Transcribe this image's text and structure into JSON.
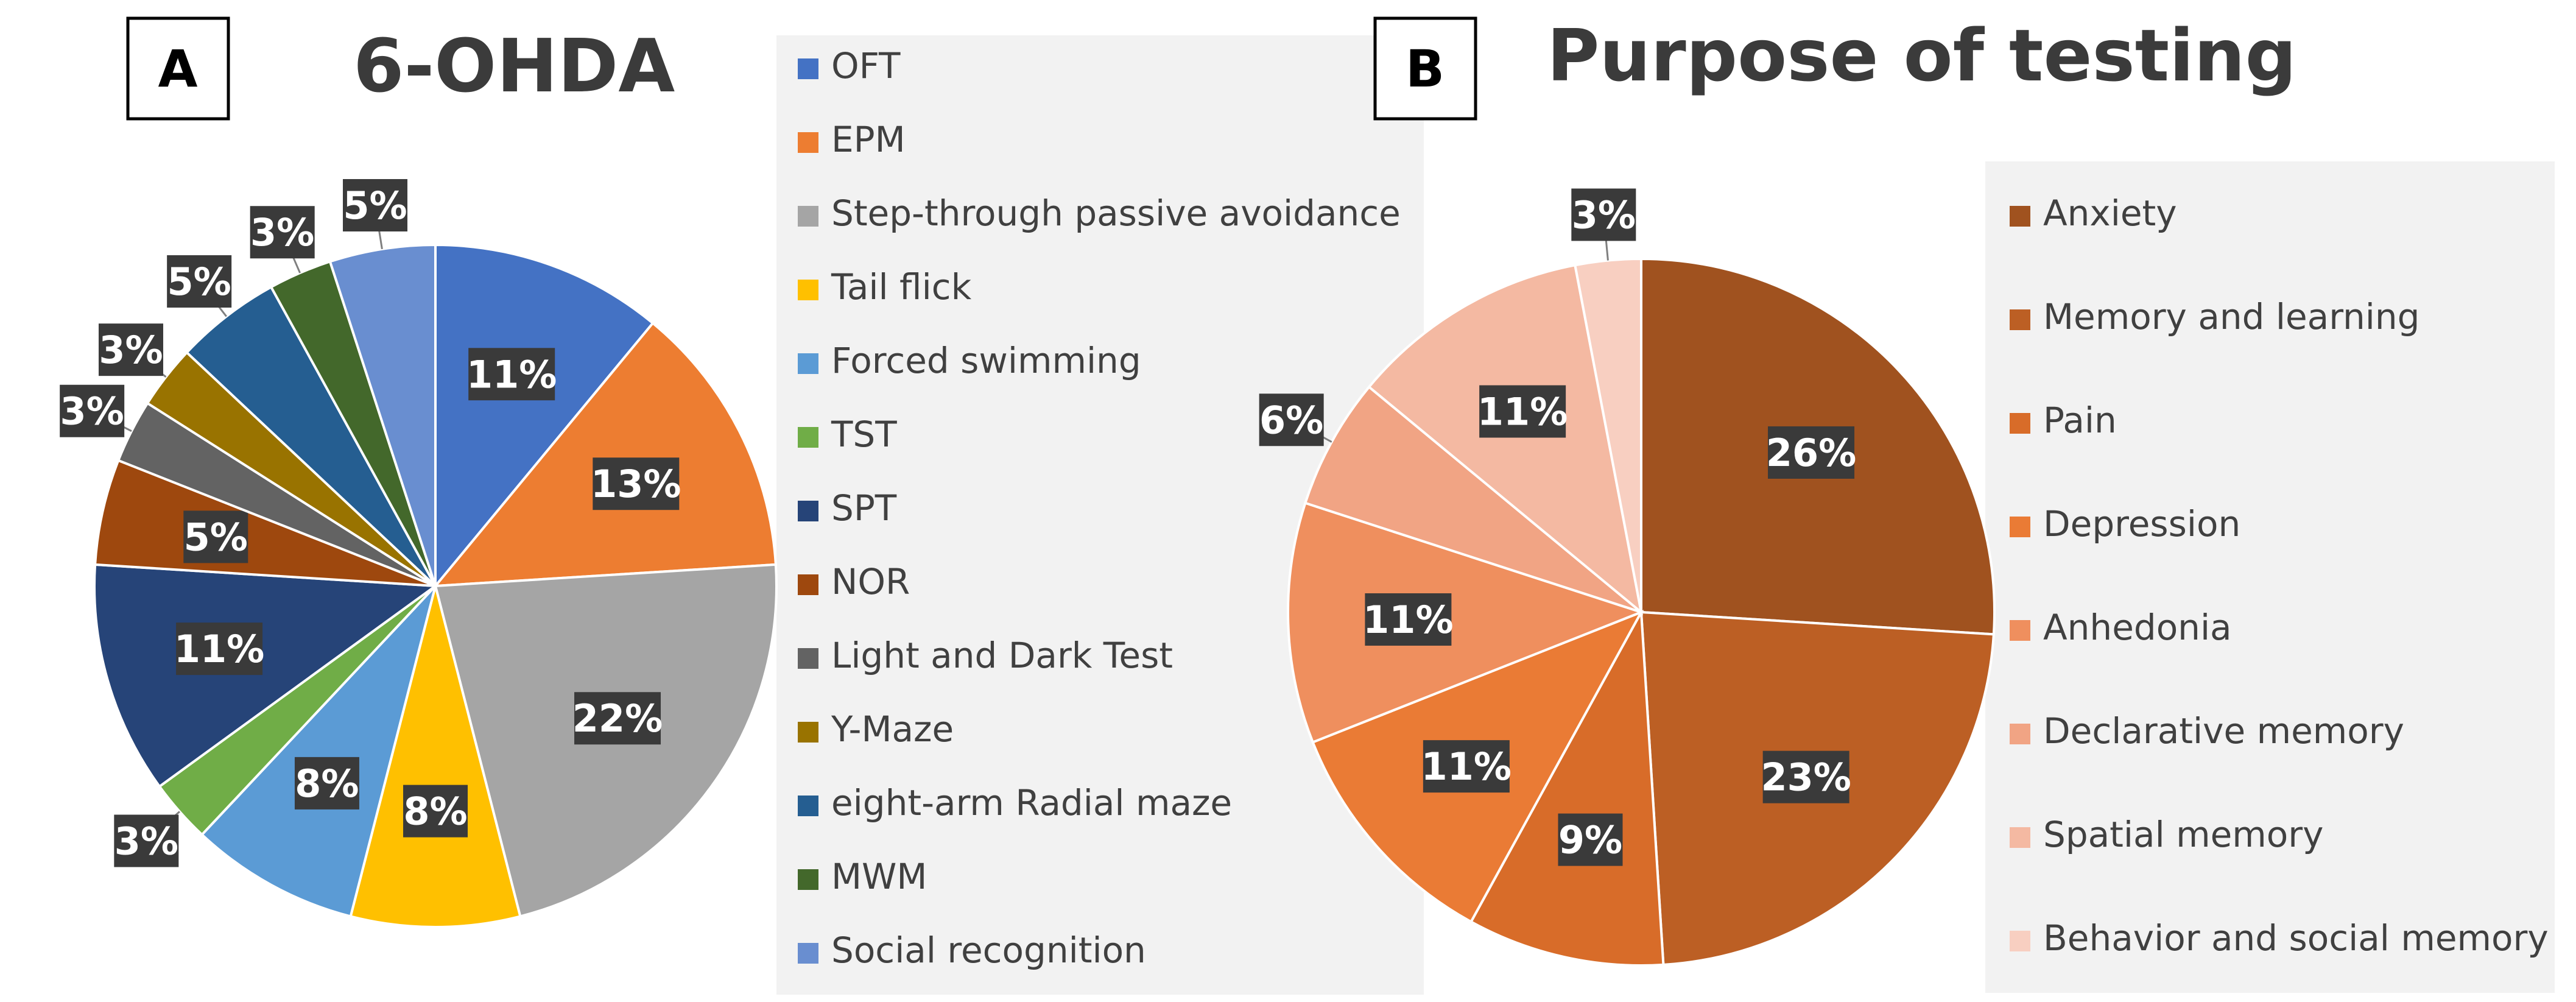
{
  "panels": [
    {
      "letter": "A",
      "title": "6-OHDA"
    },
    {
      "letter": "B",
      "title": "Purpose of testing"
    }
  ],
  "chart_data": [
    {
      "type": "pie",
      "title": "6-OHDA",
      "legend_position": "right",
      "slices": [
        {
          "label": "OFT",
          "value": 11,
          "display": "11%",
          "color": "#4472C4"
        },
        {
          "label": "EPM",
          "value": 13,
          "display": "13%",
          "color": "#ED7D31"
        },
        {
          "label": "Step-through passive avoidance",
          "value": 22,
          "display": "22%",
          "color": "#A5A5A5"
        },
        {
          "label": "Tail flick",
          "value": 8,
          "display": "8%",
          "color": "#FFC000"
        },
        {
          "label": "Forced swimming",
          "value": 8,
          "display": "8%",
          "color": "#5B9BD5"
        },
        {
          "label": "TST",
          "value": 3,
          "display": "3%",
          "color": "#70AD47"
        },
        {
          "label": "SPT",
          "value": 11,
          "display": "11%",
          "color": "#264478"
        },
        {
          "label": "NOR",
          "value": 5,
          "display": "5%",
          "color": "#9E480E"
        },
        {
          "label": "Light and Dark Test",
          "value": 3,
          "display": "3%",
          "color": "#636363"
        },
        {
          "label": "Y-Maze",
          "value": 3,
          "display": "3%",
          "color": "#997300"
        },
        {
          "label": "eight-arm Radial maze",
          "value": 5,
          "display": "5%",
          "color": "#255E91"
        },
        {
          "label": "MWM",
          "value": 3,
          "display": "3%",
          "color": "#43682B"
        },
        {
          "label": "Social recognition",
          "value": 5,
          "display": "5%",
          "color": "#698ED0"
        }
      ]
    },
    {
      "type": "pie",
      "title": "Purpose of testing",
      "legend_position": "right",
      "slices": [
        {
          "label": "Anxiety",
          "value": 26,
          "display": "26%",
          "color": "#A0521F"
        },
        {
          "label": "Memory and learning",
          "value": 23,
          "display": "23%",
          "color": "#BC5F24"
        },
        {
          "label": "Pain",
          "value": 9,
          "display": "9%",
          "color": "#D86C29"
        },
        {
          "label": "Depression",
          "value": 11,
          "display": "11%",
          "color": "#EA7B35"
        },
        {
          "label": "Anhedonia",
          "value": 11,
          "display": "11%",
          "color": "#EF8F5E"
        },
        {
          "label": "Declarative memory",
          "value": 6,
          "display": "6%",
          "color": "#F1A484"
        },
        {
          "label": "Spatial memory",
          "value": 11,
          "display": "11%",
          "color": "#F4B9A2"
        },
        {
          "label": "Behavior and social memory",
          "value": 3,
          "display": "3%",
          "color": "#F8CFC1"
        }
      ]
    }
  ]
}
